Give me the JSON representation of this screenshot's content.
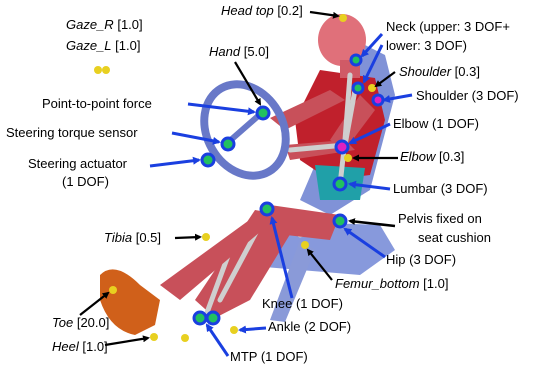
{
  "colors": {
    "torso": "#c0202c",
    "head": "#e0707a",
    "limb": "#c8505a",
    "seat": "#6a7fd0",
    "skeleton": "#d8d8d8",
    "shoe": "#d0601a",
    "blue_marker": "#1a3fe0",
    "green_marker": "#22c060",
    "magenta_marker": "#e020c0",
    "yellow_marker": "#e8d020",
    "arrow_blue": "#1a3fe0",
    "arrow_black": "#000000"
  },
  "labels": {
    "head_top": {
      "name": "Head top",
      "value": "[0.2]"
    },
    "gaze_r": {
      "name": "Gaze_R",
      "value": "[1.0]"
    },
    "gaze_l": {
      "name": "Gaze_L",
      "value": "[1.0]"
    },
    "hand": {
      "name": "Hand",
      "value": "[5.0]"
    },
    "neck_line1": "Neck (upper: 3 DOF+",
    "neck_line2": "lower: 3 DOF)",
    "shoulder_weight": {
      "name": "Shoulder",
      "value": "[0.3]"
    },
    "shoulder_dof": "Shoulder (3 DOF)",
    "p2p_force": "Point-to-point force",
    "steer_torque": "Steering torque sensor",
    "steer_act_line1": "Steering actuator",
    "steer_act_line2": "(1 DOF)",
    "elbow_dof": "Elbow (1 DOF)",
    "elbow_weight": {
      "name": "Elbow",
      "value": "[0.3]"
    },
    "lumbar": "Lumbar (3 DOF)",
    "pelvis_line1": "Pelvis fixed on",
    "pelvis_line2": "seat cushion",
    "tibia": {
      "name": "Tibia",
      "value": "[0.5]"
    },
    "hip": "Hip (3 DOF)",
    "femur_bottom": {
      "name": "Femur_bottom",
      "value": "[1.0]"
    },
    "knee": "Knee (1 DOF)",
    "toe": {
      "name": "Toe",
      "value": "[20.0]"
    },
    "ankle": "Ankle (2 DOF)",
    "heel": {
      "name": "Heel",
      "value": "[1.0]"
    },
    "mtp": "MTP (1 DOF)"
  }
}
